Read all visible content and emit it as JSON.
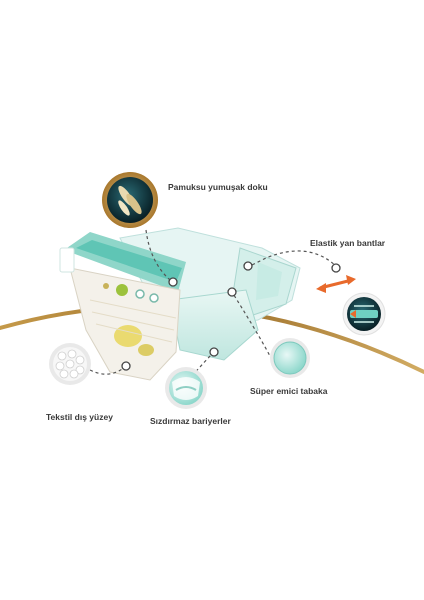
{
  "callouts": {
    "soft": "Pamuksu yumuşak doku",
    "elastic": "Elastik yan bantlar",
    "absorb": "Süper emici tabaka",
    "textile": "Tekstil dış yüzey",
    "leak": "Sızdırmaz bariyerler"
  },
  "colors": {
    "gold": "#b88a3c",
    "text": "#3a3a3a",
    "diaper_mint": "#bfe6df",
    "diaper_teal": "#6ccfc0",
    "arrow_orange": "#e86a2c",
    "icon_dark_bg": "#0c3c44"
  },
  "icons": [
    "cotton-leaf-icon",
    "elastic-band-icon",
    "absorbent-layer-icon",
    "textile-surface-icon",
    "leak-barrier-icon"
  ]
}
